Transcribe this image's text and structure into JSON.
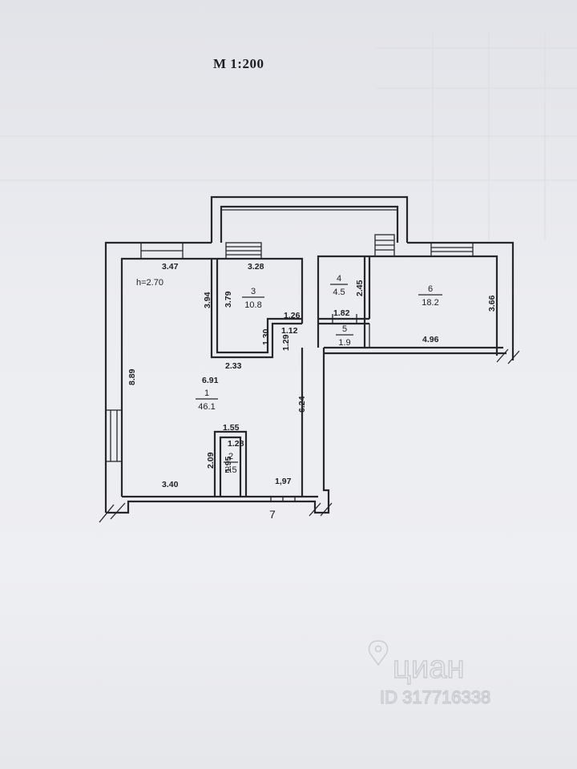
{
  "scale_label": "М 1:200",
  "ceiling_height": "h=2.70",
  "rooms": [
    {
      "number": "1",
      "area": "46.1"
    },
    {
      "number": "2",
      "area": "2.5"
    },
    {
      "number": "3",
      "area": "10.8"
    },
    {
      "number": "4",
      "area": "4.5"
    },
    {
      "number": "5",
      "area": "1.9"
    },
    {
      "number": "6",
      "area": "18.2"
    }
  ],
  "dimensions": {
    "d347": "3.47",
    "d328": "3.28",
    "d394": "3.94",
    "d379": "3.79",
    "d126": "1.26",
    "d130": "1.30",
    "d129": "1.29",
    "d112": "1.12",
    "d233": "2.33",
    "d889": "8.89",
    "d691": "6.91",
    "d624": "6.24",
    "d155": "1.55",
    "d128": "1.28",
    "d209": "2.09",
    "d195": "1.95",
    "d340": "3.40",
    "d197": "1,97",
    "d245": "2.45",
    "d182": "1.82",
    "d496": "4.96",
    "d366": "3.66"
  },
  "entrance_label": "7",
  "watermark": {
    "brand": "циан",
    "id": "ID 317716338"
  }
}
